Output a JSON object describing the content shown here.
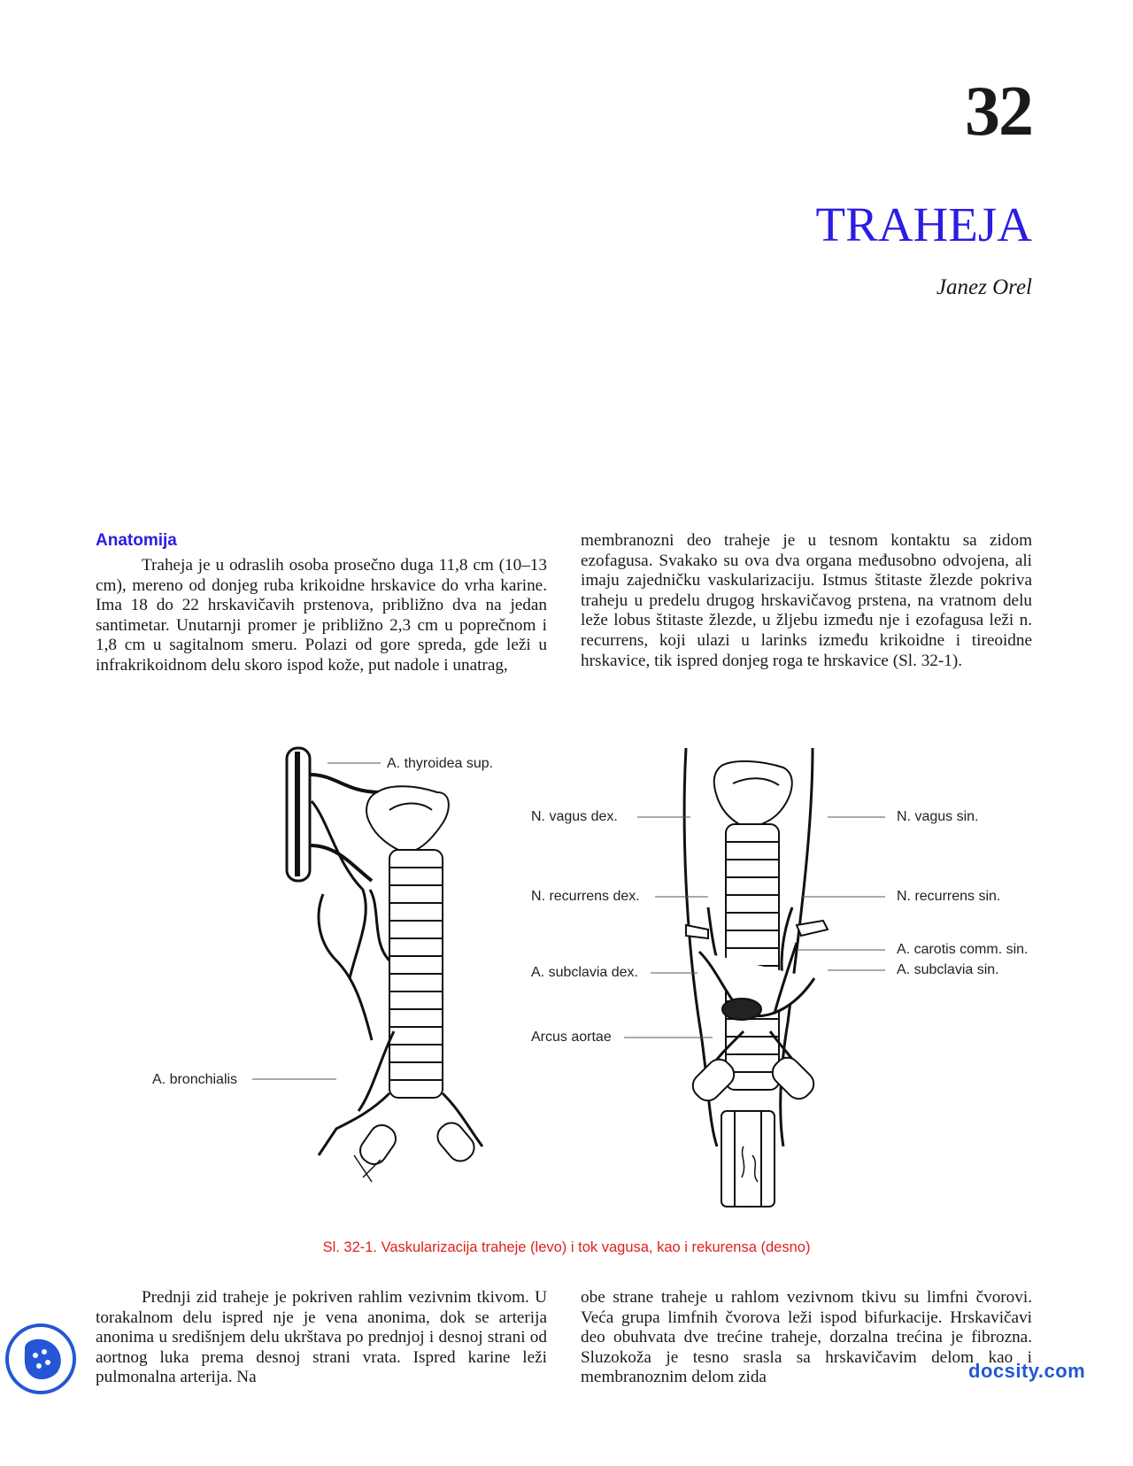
{
  "chapter": {
    "number": "32",
    "title": "TRAHEJA",
    "author": "Janez Orel",
    "title_color": "#2b1de0"
  },
  "section": {
    "heading": "Anatomija"
  },
  "text": {
    "col1": "Traheja je u odraslih osoba prosečno duga 11,8 cm (10–13 cm), mereno od donjeg ruba krikoidne hrskavice do vrha karine. Ima 18 do 22 hrskavičavih prstenova, približno dva na jedan santimetar. Unutarnji promer je približno 2,3 cm u poprečnom i 1,8 cm u sagitalnom smeru. Polazi od gore spreda, gde leži u infrakrikoidnom delu skoro ispod kože, put nadole i unatrag,",
    "col2": "membranozni deo traheje je u tesnom kontaktu sa zidom ezofagusa. Svakako su ova dva organa međusobno odvojena, ali imaju zajedničku vaskularizaciju. Istmus štitaste žlezde pokriva traheju u predelu drugog hrskavičavog prstena, na vratnom delu leže lobus štitaste žlezde, u žljebu između nje i ezofagusa leži n. recurrens, koji ulazi u larinks između krikoidne i tireoidne hrskavice, tik ispred donjeg roga te hrskavice (Sl. 32-1).",
    "col3": "Prednji zid traheje je pokriven rahlim vezivnim tkivom. U torakalnom delu ispred nje je vena anonima, dok se arterija anonima u središnjem delu ukrštava po prednjoj i desnoj strani od aortnog luka prema desnoj strani vrata. Ispred karine leži pulmonalna arterija. Na",
    "col4": "obe strane traheje u rahlom vezivnom tkivu su limfni čvorovi. Veća grupa limfnih čvorova leži ispod bifurkacije. Hrskavičavi deo obuhvata dve trećine traheje, dorzalna trećina je fibrozna. Sluzokoža je tesno srasla sa hrskavičavim delom kao i membranoznim delom zida"
  },
  "figure": {
    "labels": {
      "thyroidea_sup": "A. thyroidea sup.",
      "bronchialis": "A. bronchialis",
      "vagus_dex": "N. vagus dex.",
      "recurrens_dex": "N. recurrens dex.",
      "subclavia_dex": "A. subclavia dex.",
      "arcus_aortae": "Arcus aortae",
      "vagus_sin": "N. vagus sin.",
      "recurrens_sin": "N. recurrens sin.",
      "carotis_sin": "A. carotis comm. sin.",
      "subclavia_sin": "A. subclavia sin."
    },
    "caption": "Sl. 32-1. Vaskularizacija traheje (levo) i tok vagusa, kao i rekurensa (desno)",
    "caption_color": "#e02020"
  },
  "watermark": {
    "text": "docsity.com",
    "logo": "docsity-logo-icon",
    "color": "#2456d6"
  }
}
